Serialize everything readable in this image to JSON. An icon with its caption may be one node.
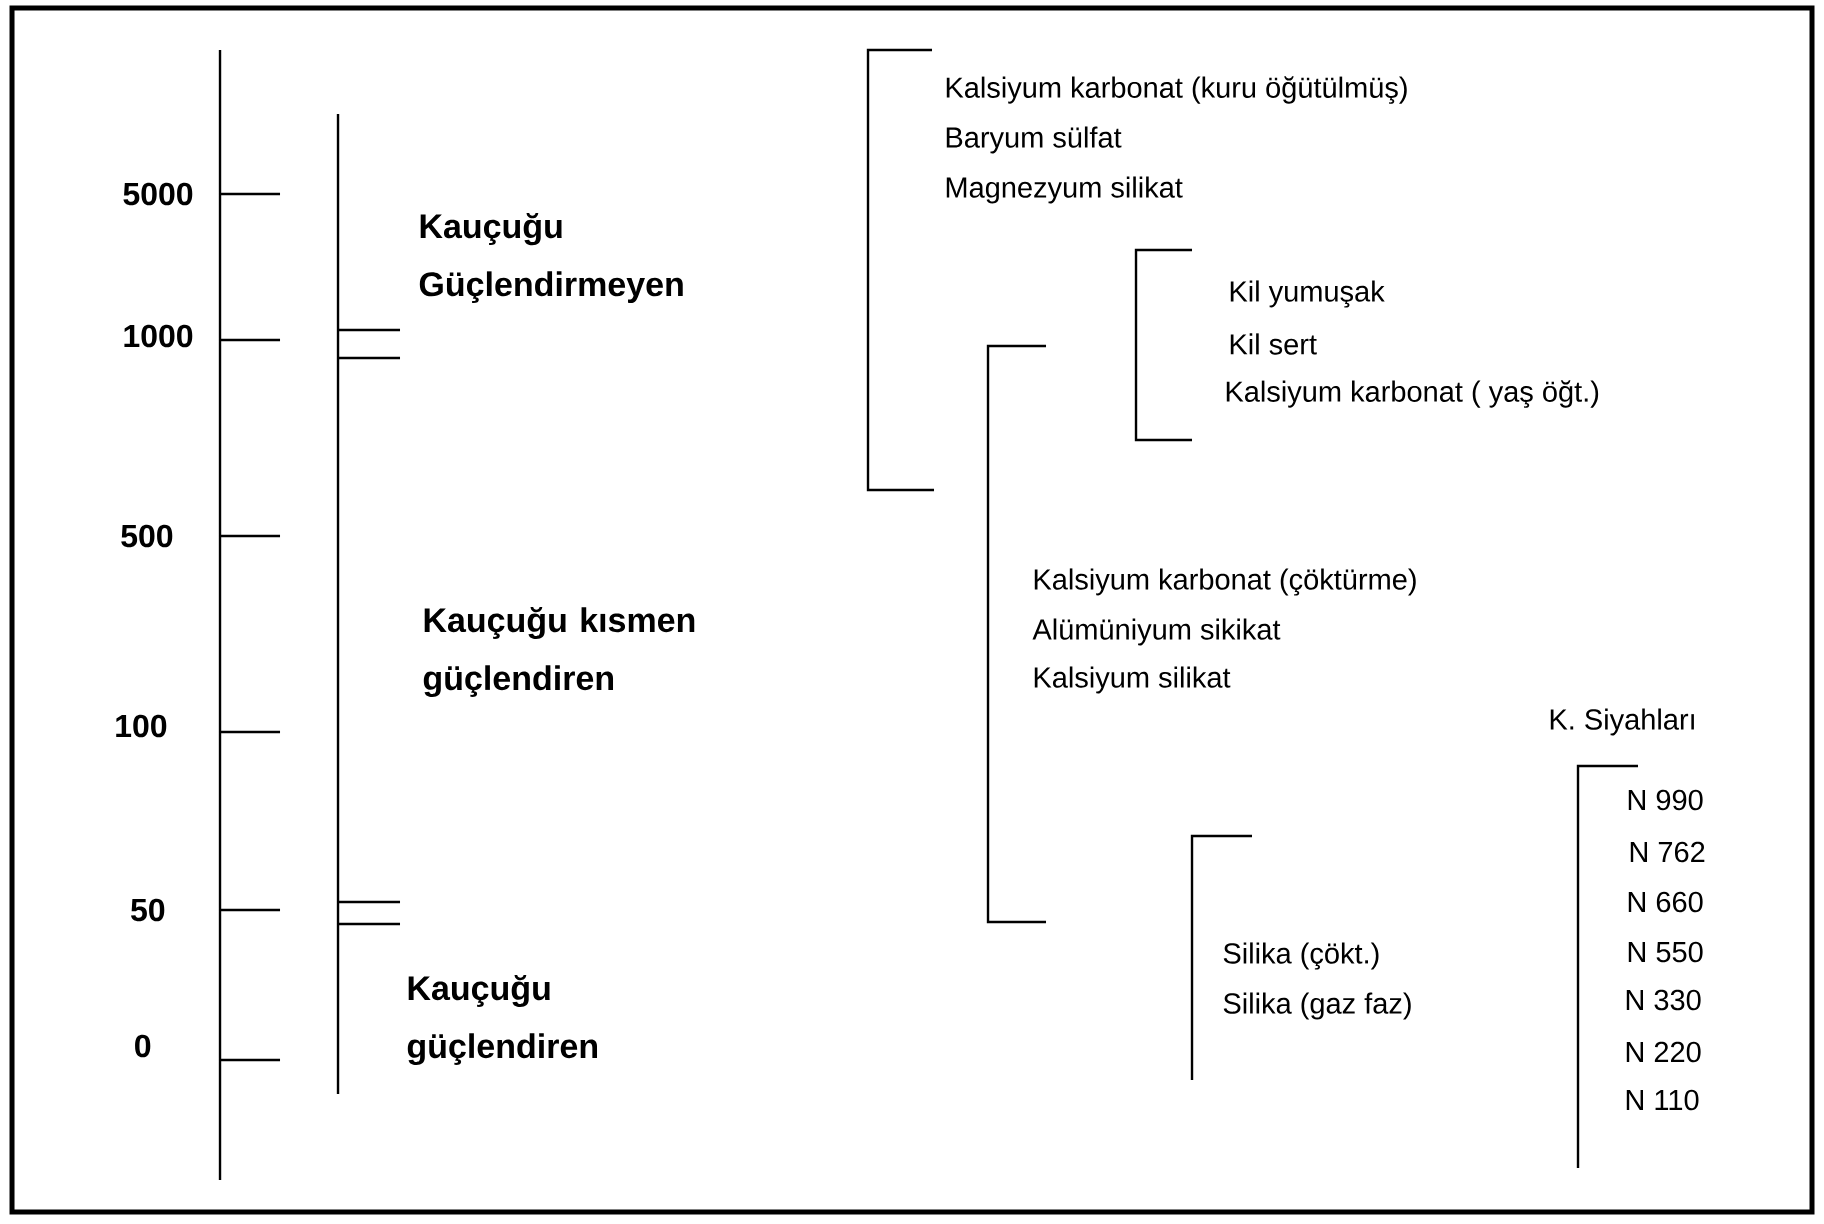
{
  "diagram": {
    "labels": [
      "5000",
      "1000",
      "500",
      "100",
      "50",
      "0",
      "Kauçuğu Güçlendirmeyen",
      "Kauçuğu kısmen güçlendiren",
      "Kauçuğu güçlendiren",
      "Kalsiyum karbonat (kuru öğütülmüş)",
      "Baryum sülfat",
      "Magnezyum silikat",
      "Kil yumuşak",
      "Kil sert",
      "Kalsiyum karbonat ( yaş öğt.)",
      "Kalsiyum karbonat (çöktürme)",
      "Alümüniyum sikikat",
      "Kalsiyum silikat",
      "K. Siyahları",
      "Silika (çökt.)",
      "Silika (gaz faz)",
      "N 990",
      "N 762",
      "N 660",
      "N 550",
      "N 330",
      "N 220",
      "N 110"
    ]
  }
}
